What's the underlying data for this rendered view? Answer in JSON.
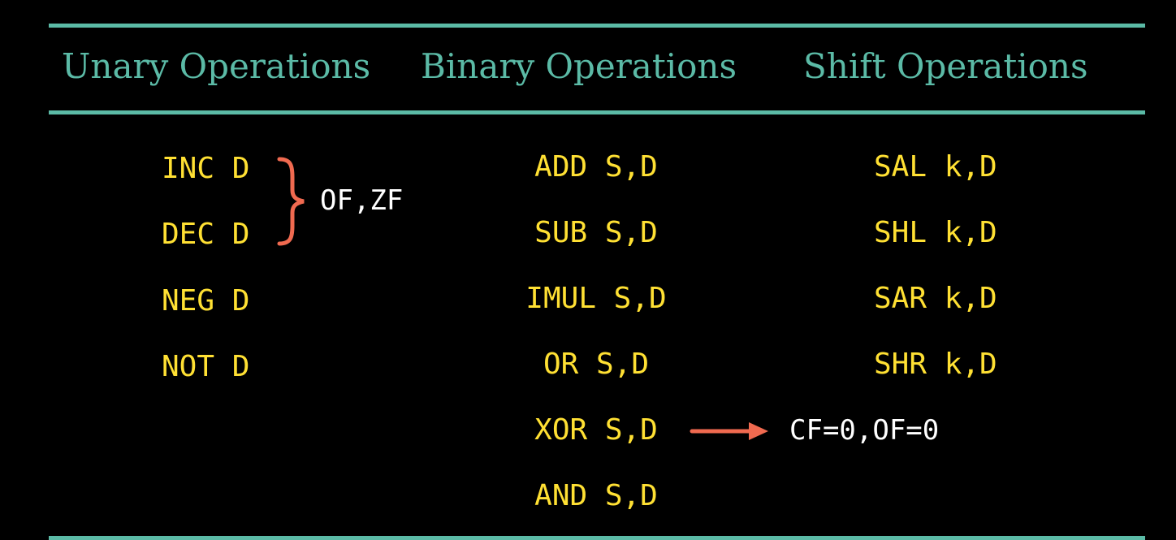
{
  "headers": {
    "unary": "Unary Operations",
    "binary": "Binary Operations",
    "shift": "Shift Operations"
  },
  "unary": [
    "INC D",
    "DEC D",
    "NEG D",
    "NOT D"
  ],
  "binary": [
    "ADD S,D",
    "SUB S,D",
    "IMUL S,D",
    "OR S,D",
    "XOR S,D",
    "AND S,D"
  ],
  "shift": [
    "SAL k,D",
    "SHL k,D",
    "SAR k,D",
    "SHR k,D"
  ],
  "annotations": {
    "inc_dec_flags": "OF,ZF",
    "logical_flags": "CF=0,OF=0"
  },
  "colors": {
    "background": "#000000",
    "header": "#5bbaa6",
    "instruction": "#ffe033",
    "annotation": "#ffffff",
    "accent": "#f06a50"
  }
}
